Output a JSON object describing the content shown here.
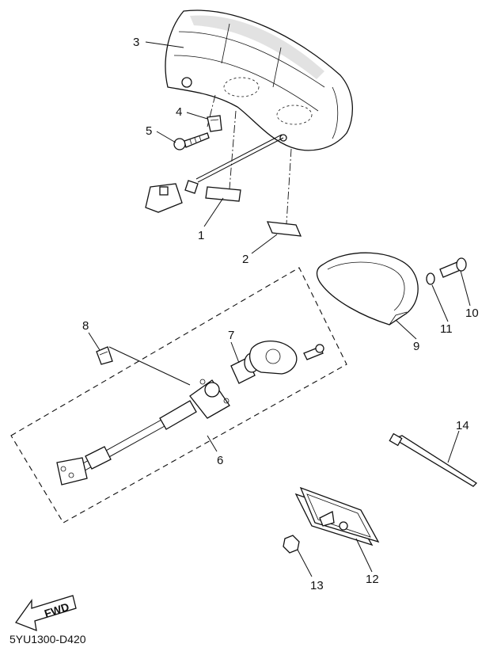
{
  "callouts": {
    "p1": "1",
    "p2": "2",
    "p3": "3",
    "p4": "4",
    "p5": "5",
    "p6": "6",
    "p7": "7",
    "p8": "8",
    "p9": "9",
    "p10": "10",
    "p11": "11",
    "p12": "12",
    "p13": "13",
    "p14": "14"
  },
  "fwd_label": "FWD",
  "diagram_code": "5YU1300-D420"
}
